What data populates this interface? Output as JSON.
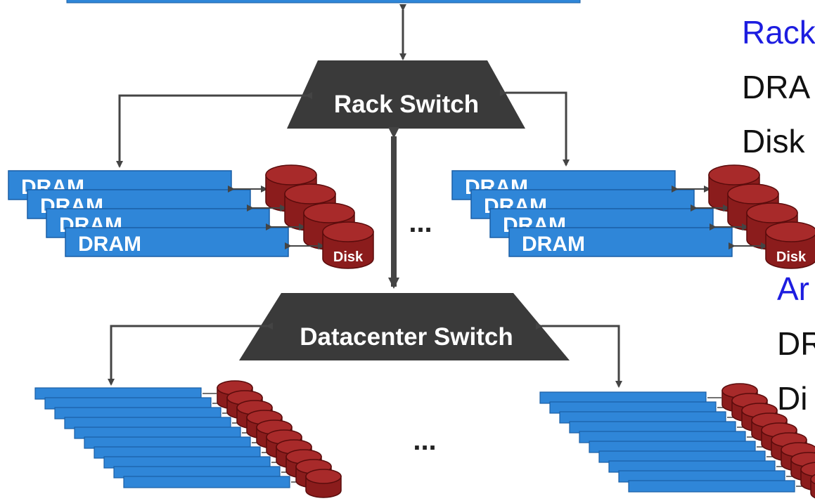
{
  "rack_switch": {
    "label": "Rack Switch"
  },
  "datacenter_switch": {
    "label": "Datacenter Switch"
  },
  "server_labels": {
    "dram": "DRAM",
    "disk": "Disk"
  },
  "ellipsis": "...",
  "side_text": {
    "rack_heading": "Rack",
    "rack_dram": "DRA",
    "rack_disk": "Disk",
    "array_heading": "Ar",
    "array_dram": "DR",
    "array_disk": "Di"
  },
  "colors": {
    "switch": "#3a3a3a",
    "dram": "#2f86d8",
    "dram_edge": "#1a5fa5",
    "disk": "#8b1c1c",
    "disk_edge": "#5a0c0c",
    "arrow": "#444444",
    "heading": "#1d1de0",
    "body_text": "#111111"
  }
}
